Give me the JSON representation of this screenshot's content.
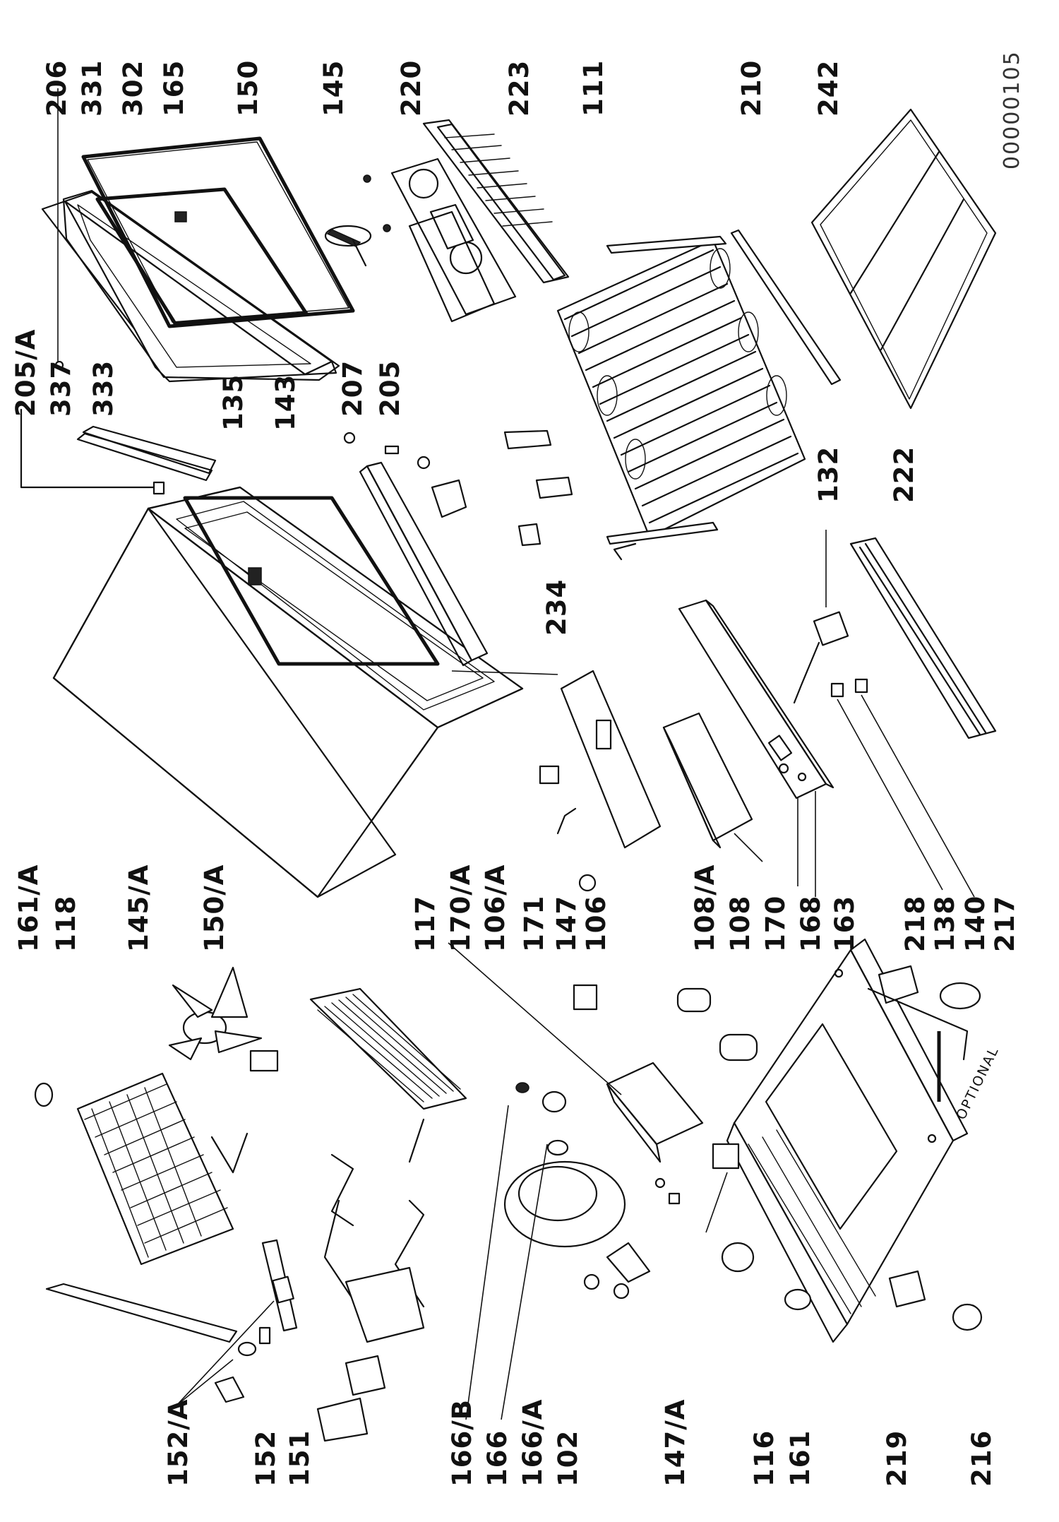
{
  "document_number": "00000105",
  "optional_label": "OPTIONAL",
  "labels": {
    "p206": "206",
    "p331": "331",
    "p302": "302",
    "p165": "165",
    "p150": "150",
    "p145": "145",
    "p220": "220",
    "p223": "223",
    "p111": "111",
    "p210": "210",
    "p242": "242",
    "p205A": "205/A",
    "p337": "337",
    "p333": "333",
    "p135": "135",
    "p143": "143",
    "p207": "207",
    "p205": "205",
    "p234": "234",
    "p132": "132",
    "p222": "222",
    "p161A": "161/A",
    "p118": "118",
    "p145A": "145/A",
    "p150A": "150/A",
    "p117": "117",
    "p170A": "170/A",
    "p106A": "106/A",
    "p171": "171",
    "p147": "147",
    "p106": "106",
    "p108A": "108/A",
    "p108": "108",
    "p170": "170",
    "p168": "168",
    "p163": "163",
    "p218": "218",
    "p138": "138",
    "p140": "140",
    "p217": "217",
    "p152A": "152/A",
    "p152": "152",
    "p151": "151",
    "p166B": "166/B",
    "p166": "166",
    "p166A": "166/A",
    "p102": "102",
    "p147A": "147/A",
    "p116": "116",
    "p161": "161",
    "p219": "219",
    "p216": "216"
  }
}
